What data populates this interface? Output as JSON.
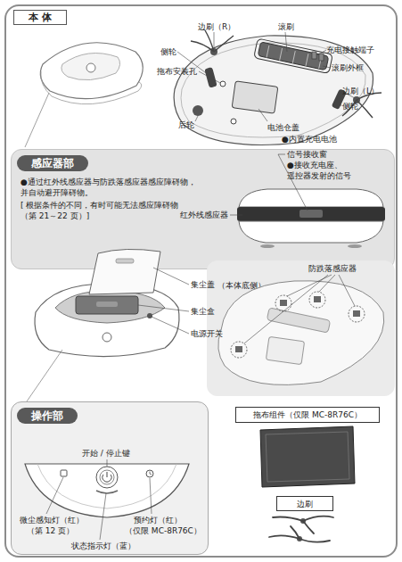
{
  "diagram": {
    "nodes": [
      {
        "text": [
          "本 体"
        ]
      },
      {
        "text": [
          "感应器部",
          "●通过红外线感应器与防跌落感应器感应障碍物， 并自动避开障碍物。",
          "[ 根据条件的不同，有时可能无法感应障碍物 （第 21～22 页）]"
        ],
        "in": 0
      },
      {
        "text": [
          "（本体底侧）"
        ],
        "in": 0
      },
      {
        "text": [
          "操作部"
        ],
        "in": 0
      },
      {
        "text": [
          "拖布组件（仅限 MC-8R76C）"
        ],
        "in": 0
      },
      {
        "text": [
          "边刷"
        ],
        "in": 0
      }
    ],
    "labels": [
      "边刷（R）",
      "滚刷",
      "侧轮",
      "充电接触端子",
      "拖布安装孔",
      "滚刷外框",
      "边刷（L）",
      "侧轮",
      "后轮",
      "电池仓盖",
      "●内置充电电池",
      "信号接收窗",
      "●接收充电座、 遥控器发射的信号",
      "红外线感应器",
      "防跌落感应器",
      "集尘盖",
      "集尘盒",
      "电源开关",
      "开始 / 停止键",
      "微尘感知灯（红）",
      "（第 12 页）",
      "预约灯（红）",
      "（仅限 MC-8R76C）",
      "状态指示灯（蓝）"
    ]
  }
}
